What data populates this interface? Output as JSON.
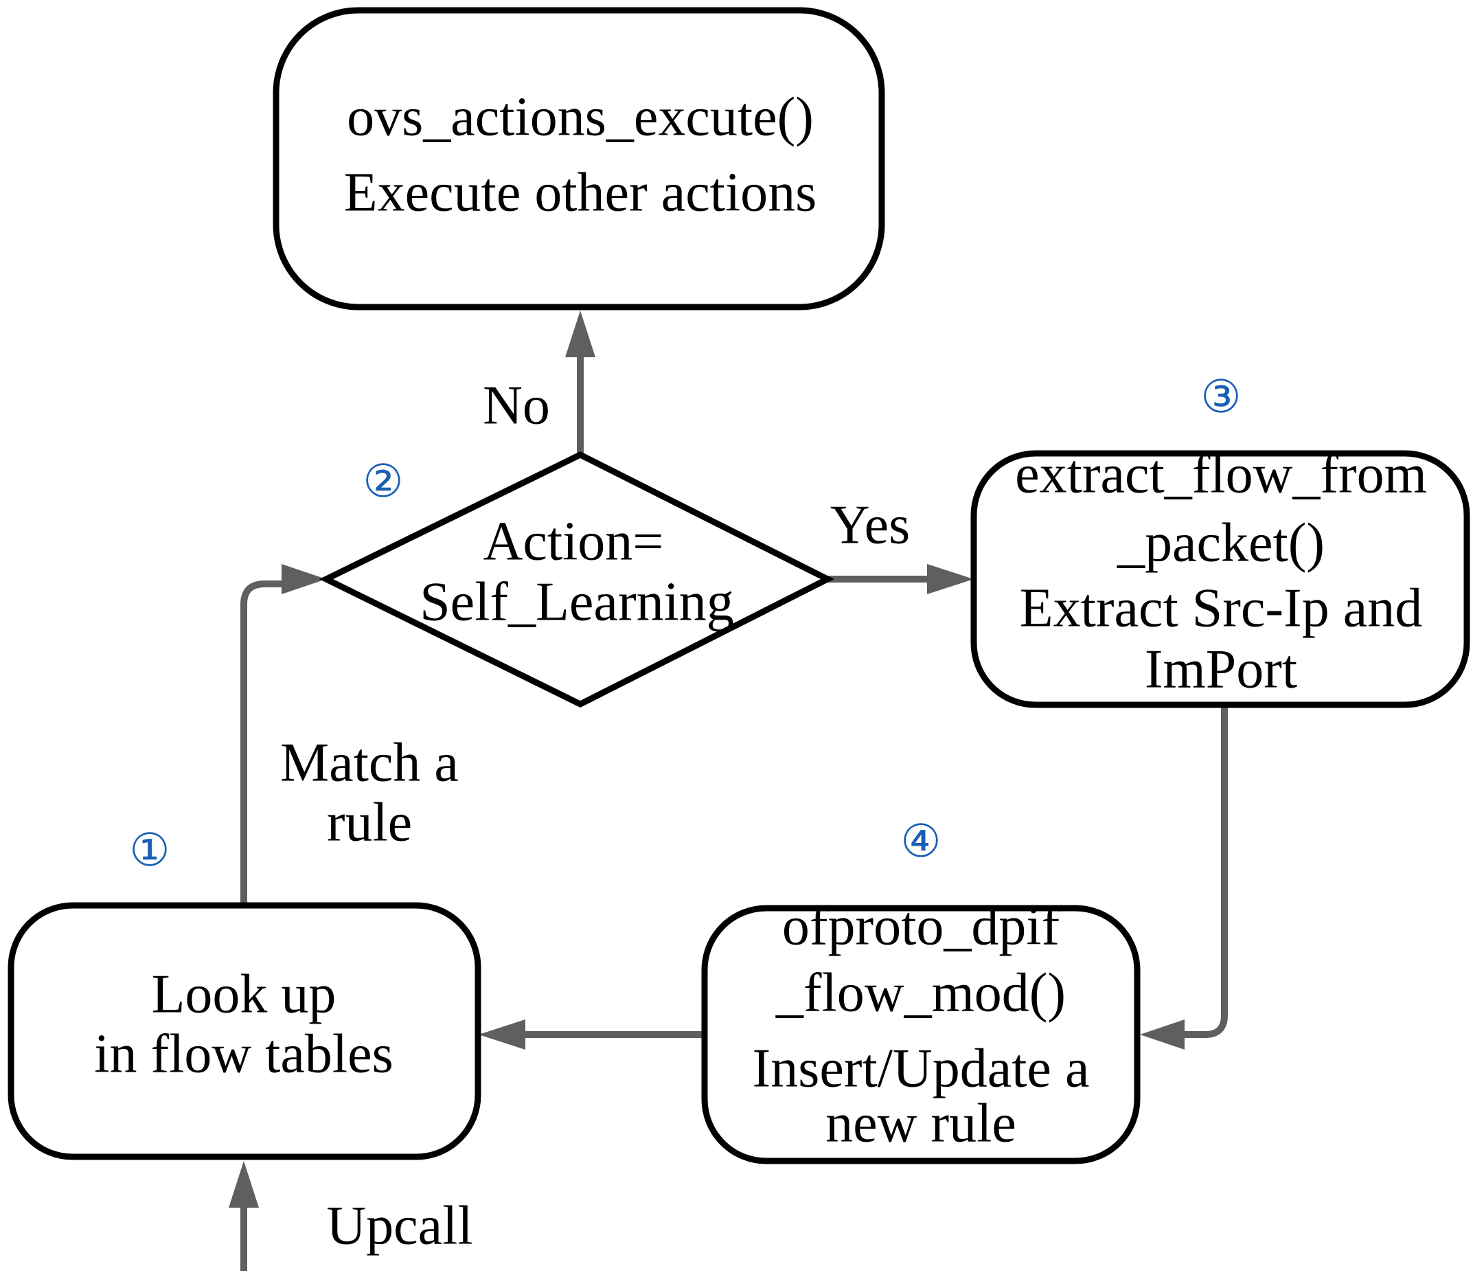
{
  "nodes": {
    "execute": {
      "lines": [
        "ovs_actions_excute()",
        "Execute other actions"
      ]
    },
    "decision": {
      "lines": [
        "Action=",
        "Self_Learning"
      ]
    },
    "extract": {
      "lines": [
        "extract_flow_from",
        "_packet()",
        "Extract Src-Ip and",
        "ImPort"
      ]
    },
    "flowmod": {
      "lines": [
        "ofproto_dpif",
        "_flow_mod()",
        "Insert/Update a",
        "new rule"
      ]
    },
    "lookup": {
      "lines": [
        "Look up",
        "in flow tables"
      ]
    }
  },
  "labels": {
    "no": "No",
    "yes": "Yes",
    "match": [
      "Match a",
      "rule"
    ],
    "upcall": "Upcall"
  },
  "step_numbers": {
    "lookup": "①",
    "decision": "②",
    "extract": "③",
    "flowmod": "④"
  },
  "colors": {
    "edge": "#5f5f5f",
    "step_number": "#1a5fb4",
    "border": "#000000"
  }
}
